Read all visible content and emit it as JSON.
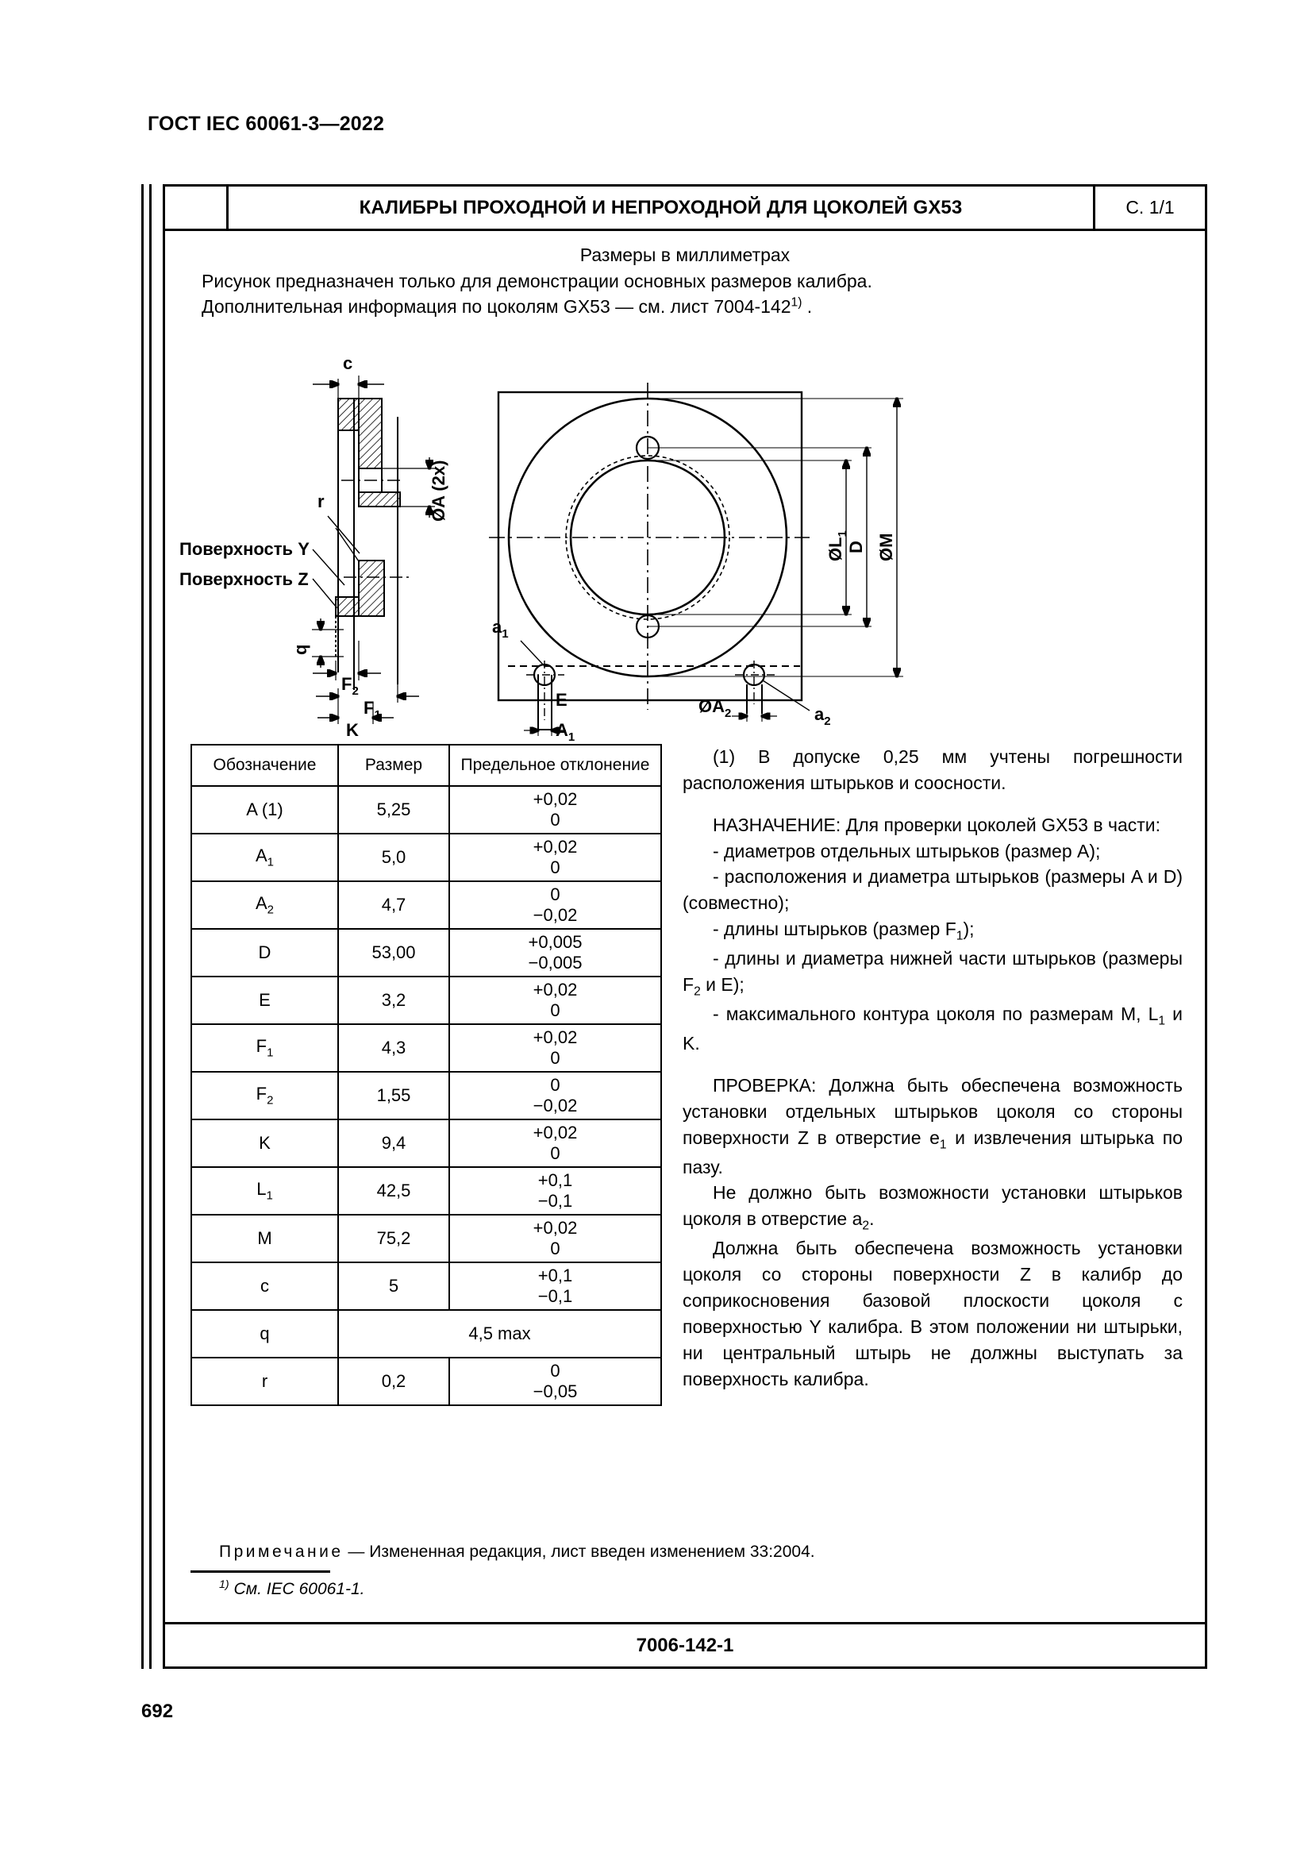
{
  "document": {
    "standard_header": "ГОСТ IEC 60061-3—2022",
    "page_number": "692"
  },
  "sheet": {
    "header": {
      "blank_cell": "",
      "title": "КАЛИБРЫ ПРОХОДНОЙ И НЕПРОХОДНОЙ ДЛЯ ЦОКОЛЕЙ GX53",
      "page_ref": "С. 1/1"
    },
    "intro": {
      "units_line": "Размеры в миллиметрах",
      "line1": "Рисунок предназначен только для демонстрации основных размеров калибра.",
      "line2_pre": "Дополнительная информация по цоколям GX53 — см. лист 7004-142",
      "line2_sup": "1)",
      "line2_post": " ."
    },
    "footer": {
      "sheet_number": "7006-142-1"
    }
  },
  "drawing": {
    "labels": {
      "c": "c",
      "dia_a_2x": "ØA (2x)",
      "r": "r",
      "surface_y": "Поверхность Y",
      "surface_z": "Поверхность Z",
      "q": "q",
      "f2": "F",
      "f2_sub": "2",
      "f1": "F",
      "f1_sub": "1",
      "k": "K",
      "dia_l1": "ØL",
      "dia_l1_sub": "1",
      "d": "D",
      "dia_m": "ØM",
      "a1": "a",
      "a1_sub": "1",
      "e": "E",
      "cap_a1": "A",
      "cap_a1_sub": "1",
      "dia_a2": "ØA",
      "dia_a2_sub": "2",
      "a2": "a",
      "a2_sub": "2"
    }
  },
  "table": {
    "headers": [
      "Обозначение",
      "Размер",
      "Предельное отклонение"
    ],
    "rows": [
      {
        "symbol": "A (1)",
        "sub": "",
        "size": "5,25",
        "tol": "+0,02\n0"
      },
      {
        "symbol": "A",
        "sub": "1",
        "size": "5,0",
        "tol": "+0,02\n0"
      },
      {
        "symbol": "A",
        "sub": "2",
        "size": "4,7",
        "tol": "0\n−0,02"
      },
      {
        "symbol": "D",
        "sub": "",
        "size": "53,00",
        "tol": "+0,005\n−0,005"
      },
      {
        "symbol": "E",
        "sub": "",
        "size": "3,2",
        "tol": "+0,02\n0"
      },
      {
        "symbol": "F",
        "sub": "1",
        "size": "4,3",
        "tol": "+0,02\n0"
      },
      {
        "symbol": "F",
        "sub": "2",
        "size": "1,55",
        "tol": "0\n−0,02"
      },
      {
        "symbol": "K",
        "sub": "",
        "size": "9,4",
        "tol": "+0,02\n0"
      },
      {
        "symbol": "L",
        "sub": "1",
        "size": "42,5",
        "tol": "+0,1\n−0,1"
      },
      {
        "symbol": "M",
        "sub": "",
        "size": "75,2",
        "tol": "+0,02\n0"
      },
      {
        "symbol": "c",
        "sub": "",
        "size": "5",
        "tol": "+0,1\n−0,1"
      },
      {
        "symbol": "q",
        "sub": "",
        "merged": "4,5 max"
      },
      {
        "symbol": "r",
        "sub": "",
        "size": "0,2",
        "tol": "0\n−0,05"
      }
    ]
  },
  "notes": {
    "footnote_1": "(1) В допуске 0,25 мм учтены погрешности расположения штырьков и соосности.",
    "purpose_heading": "НАЗНАЧЕНИЕ:",
    "purpose_intro": " Для проверки цоколей GX53 в части:",
    "purpose_items": [
      "- диаметров отдельных штырьков (размер A);",
      "- расположения и диаметра штырьков (размеры A и D) (совместно);",
      "- длины штырьков (размер F1);",
      "- длины и диаметра нижней части штырьков (размеры F2 и E);",
      "- максимального контура цоколя по размерам M, L1 и K."
    ],
    "check_heading": "ПРОВЕРКА:",
    "check_p1": " Должна быть обеспечена возможность установки отдельных штырьков цоколя со стороны поверхности Z в отверстие e1 и извлечения штырька по пазу.",
    "check_p2": "Не должно быть возможности установки штырьков цоколя в отверстие a2.",
    "check_p3": "Должна быть обеспечена возможность установки цоколя со стороны поверхности Z в калибр до соприкосновения базовой плоскости цоколя с поверхностью Y калибра. В этом положении ни штырьки, ни центральный штырь не должны выступать за поверхность калибра."
  },
  "bottom_notes": {
    "primechanie_label": "Примечание",
    "primechanie_text": " — Измененная редакция, лист введен изменением 33:2004.",
    "footnote_marker": "1)",
    "footnote_text": " См. IEC 60061-1."
  }
}
